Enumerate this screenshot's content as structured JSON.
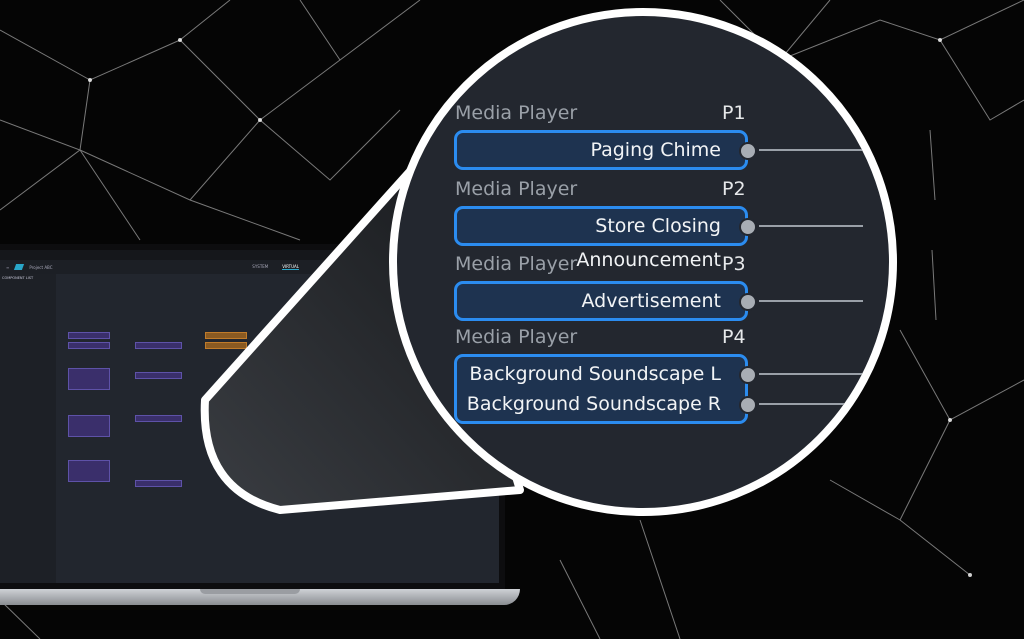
{
  "laptop_app": {
    "project": "Project ABC",
    "tabs": [
      "SYSTEM",
      "VIRTUAL"
    ],
    "panel_title": "COMPONENT LIST"
  },
  "magnifier": {
    "blocks": [
      {
        "type": "Media Player",
        "id": "P1",
        "outputs": [
          "Paging Chime"
        ]
      },
      {
        "type": "Media Player",
        "id": "P2",
        "outputs": [
          "Store Closing Announcement"
        ]
      },
      {
        "type": "Media Player",
        "id": "P3",
        "outputs": [
          "Advertisement"
        ]
      },
      {
        "type": "Media Player",
        "id": "P4",
        "outputs": [
          "Background Soundscape L",
          "Background Soundscape R"
        ]
      }
    ]
  },
  "colors": {
    "accent": "#2b8cf0",
    "block_fill": "#1e3350",
    "panel": "#23272f"
  }
}
